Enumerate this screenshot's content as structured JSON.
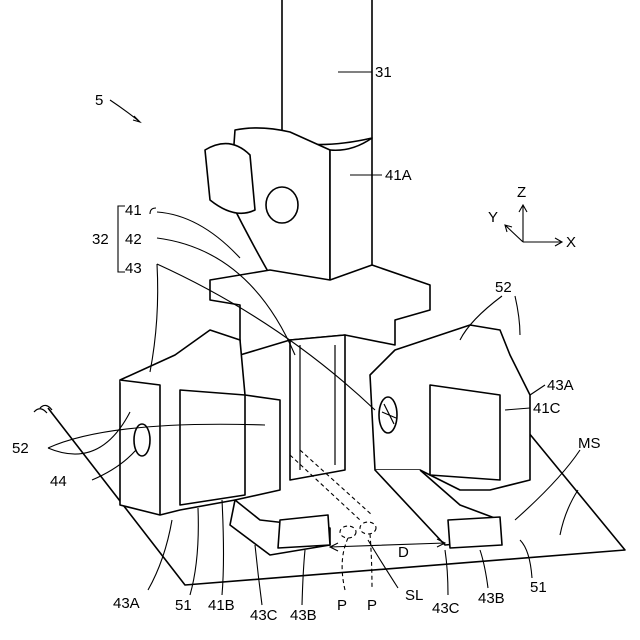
{
  "figure": {
    "labels": {
      "device": "5",
      "shaft": "31",
      "group": "32",
      "part41": "41",
      "part42": "42",
      "part43": "43",
      "shaft_holder": "41A",
      "z_axis": "Z",
      "y_axis": "Y",
      "x_axis": "X",
      "spring_left": "52",
      "spring_right": "52",
      "foot_right": "43A",
      "side_right": "41C",
      "sheet": "MS",
      "hole": "44",
      "foot_left": "43A",
      "base_left": "51",
      "side_left": "41B",
      "teeth_left": "43C",
      "tip_left": "43B",
      "point_a": "P",
      "point_b": "P",
      "slit": "SL",
      "distance": "D",
      "teeth_right": "43C",
      "tip_right": "43B",
      "base_right": "51"
    }
  }
}
